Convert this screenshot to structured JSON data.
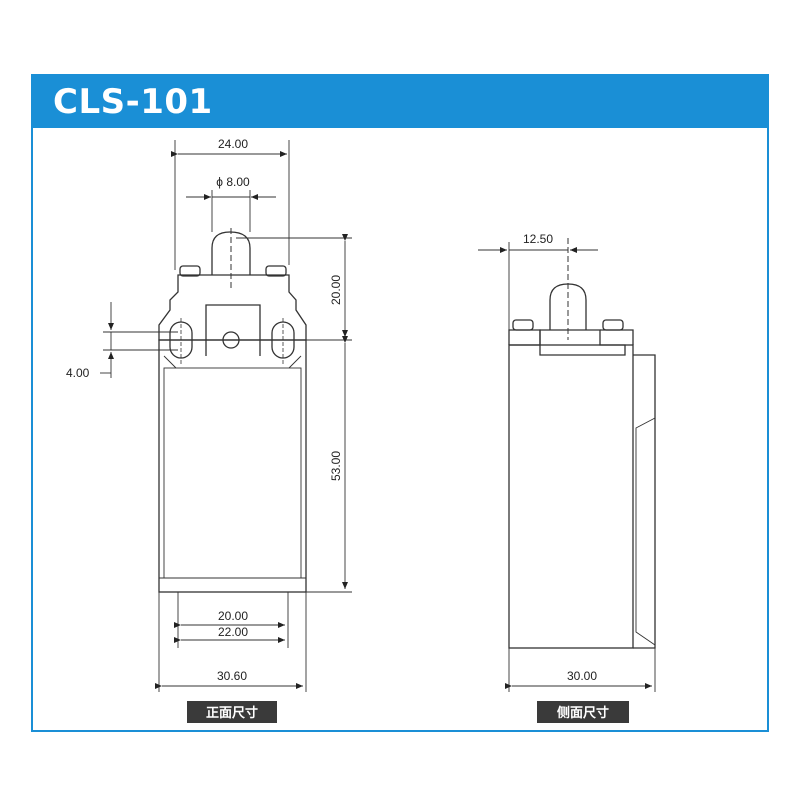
{
  "title": "CLS-101",
  "front_view": {
    "caption": "正面尺寸",
    "dims": {
      "top_width": "24.00",
      "plunger_dia": "ϕ 8.00",
      "plunger_height": "20.00",
      "hole_pitch": "4.00",
      "body_height": "53.00",
      "inner_width_1": "20.00",
      "inner_width_2": "22.00",
      "total_width": "30.60"
    }
  },
  "side_view": {
    "caption": "侧面尺寸",
    "dims": {
      "plunger_offset": "12.50",
      "depth": "30.00"
    }
  },
  "colors": {
    "accent": "#1a8fd6",
    "caption_bg": "#3a3a3a"
  }
}
